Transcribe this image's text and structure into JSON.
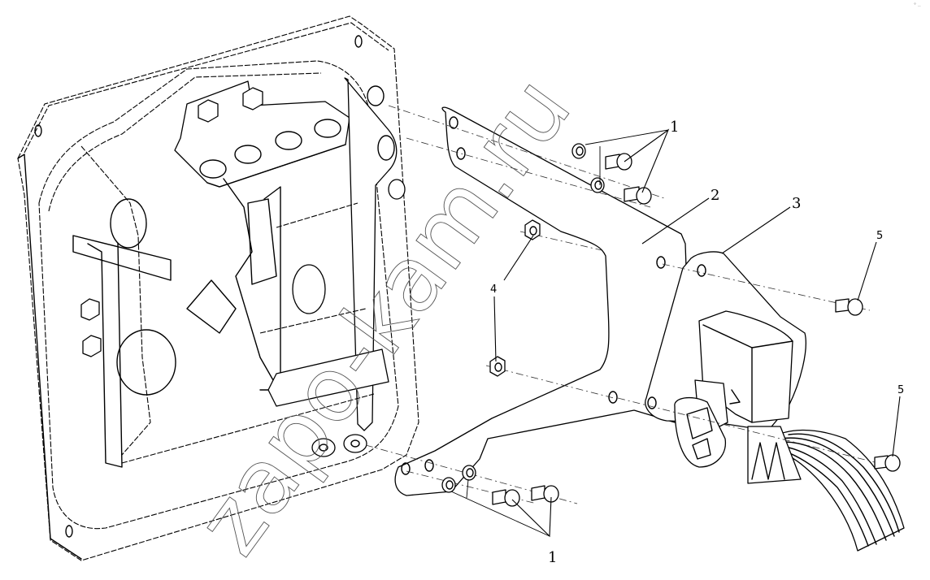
{
  "diagram": {
    "title": "Accelerator pedal assembly — exploded view",
    "callouts": [
      {
        "id": "callout-1-top",
        "label": "1",
        "part": "bolt with washer"
      },
      {
        "id": "callout-2",
        "label": "2",
        "part": "pedal mounting bracket"
      },
      {
        "id": "callout-3",
        "label": "3",
        "part": "accelerator pedal module"
      },
      {
        "id": "callout-4",
        "label": "4",
        "part": "nut"
      },
      {
        "id": "callout-5-top",
        "label": "5",
        "part": "bolt"
      },
      {
        "id": "callout-5-bottom",
        "label": "5",
        "part": "bolt"
      },
      {
        "id": "callout-1-bottom",
        "label": "1",
        "part": "bolt with washer"
      }
    ],
    "watermark": "zapo-kam.ru",
    "corner_mark": "° ‥"
  }
}
